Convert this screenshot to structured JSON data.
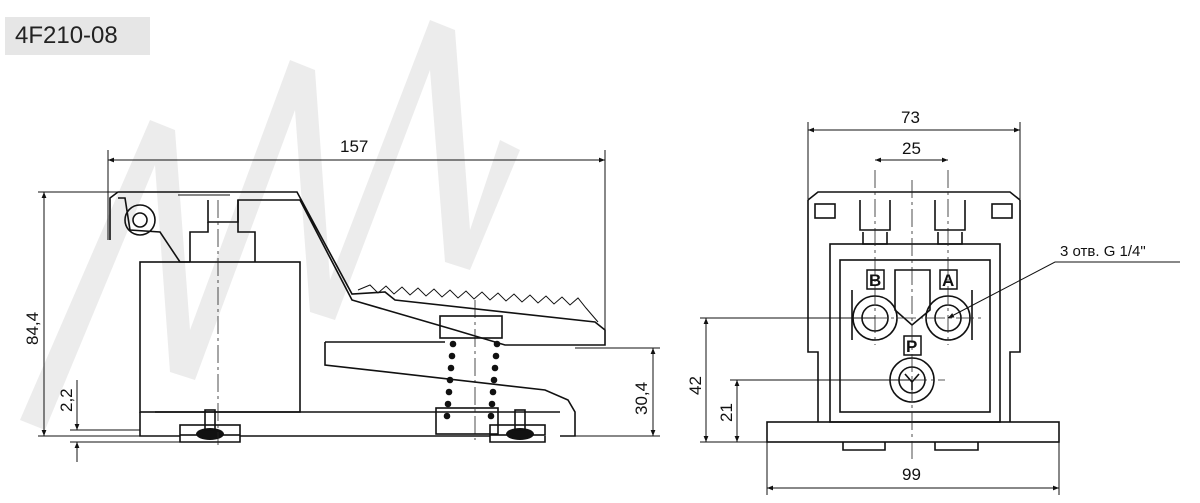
{
  "title": "4F210-08",
  "side_view": {
    "dim_length": "157",
    "dim_height": "84,4",
    "dim_base": "2,2",
    "dim_pedal_height": "30,4"
  },
  "front_view": {
    "dim_width_top": "73",
    "dim_port_spacing": "25",
    "dim_port_height": "42",
    "dim_p_height": "21",
    "dim_base_width": "99",
    "port_b": "B",
    "port_a": "A",
    "port_p": "P",
    "callout": "3 отв. G 1/4\""
  }
}
